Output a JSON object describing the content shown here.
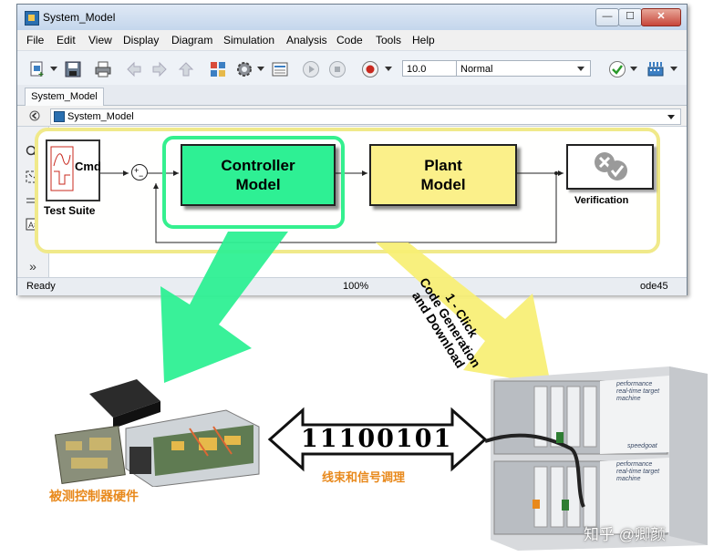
{
  "window": {
    "title": "System_Model",
    "controls": {
      "minimize": "—",
      "maximize": "☐",
      "close": "✕"
    }
  },
  "menu": [
    {
      "label": "File"
    },
    {
      "label": "Edit"
    },
    {
      "label": "View"
    },
    {
      "label": "Display"
    },
    {
      "label": "Diagram"
    },
    {
      "label": "Simulation"
    },
    {
      "label": "Analysis"
    },
    {
      "label": "Code"
    },
    {
      "label": "Tools"
    },
    {
      "label": "Help"
    }
  ],
  "toolbar": {
    "stop_time": "10.0",
    "sim_mode": "Normal",
    "icons": [
      "new-model-icon",
      "save-icon",
      "print-icon",
      "back-icon",
      "forward-icon",
      "up-icon",
      "library-browser-icon",
      "settings-gear-icon",
      "model-explorer-icon",
      "run-icon",
      "stop-icon",
      "record-icon",
      "check-icon",
      "build-icon"
    ]
  },
  "tab": {
    "label": "System_Model"
  },
  "address": {
    "path": "System_Model"
  },
  "palette": [
    "zoom-icon",
    "fit-view-icon",
    "signal-icon",
    "annotation-icon",
    "more-icon"
  ],
  "diagram": {
    "test_suite": {
      "inner": "Cmd",
      "label": "Test Suite"
    },
    "sum": {
      "plus": "+",
      "minus": "−"
    },
    "controller": {
      "line1": "Controller",
      "line2": "Model"
    },
    "plant": {
      "line1": "Plant",
      "line2": "Model"
    },
    "verification": {
      "label": "Verification"
    }
  },
  "status": {
    "left": "Ready",
    "zoom": "100%",
    "solver": "ode45"
  },
  "lower": {
    "click_arrow_line1": "1 - Click",
    "click_arrow_line2": "Code Generation",
    "click_arrow_line3": "and Download",
    "bits": "11100101",
    "cable_label": "线束和信号调理",
    "hardware_label": "被测控制器硬件",
    "target_text": "performance real-time target machine",
    "brand": "speedgoat",
    "watermark": "知乎 @卿颜"
  },
  "colors": {
    "controller_green": "#2ef094",
    "plant_yellow": "#fbf08a",
    "border_yellow": "#f0e98a",
    "label_orange": "#e8891c"
  }
}
